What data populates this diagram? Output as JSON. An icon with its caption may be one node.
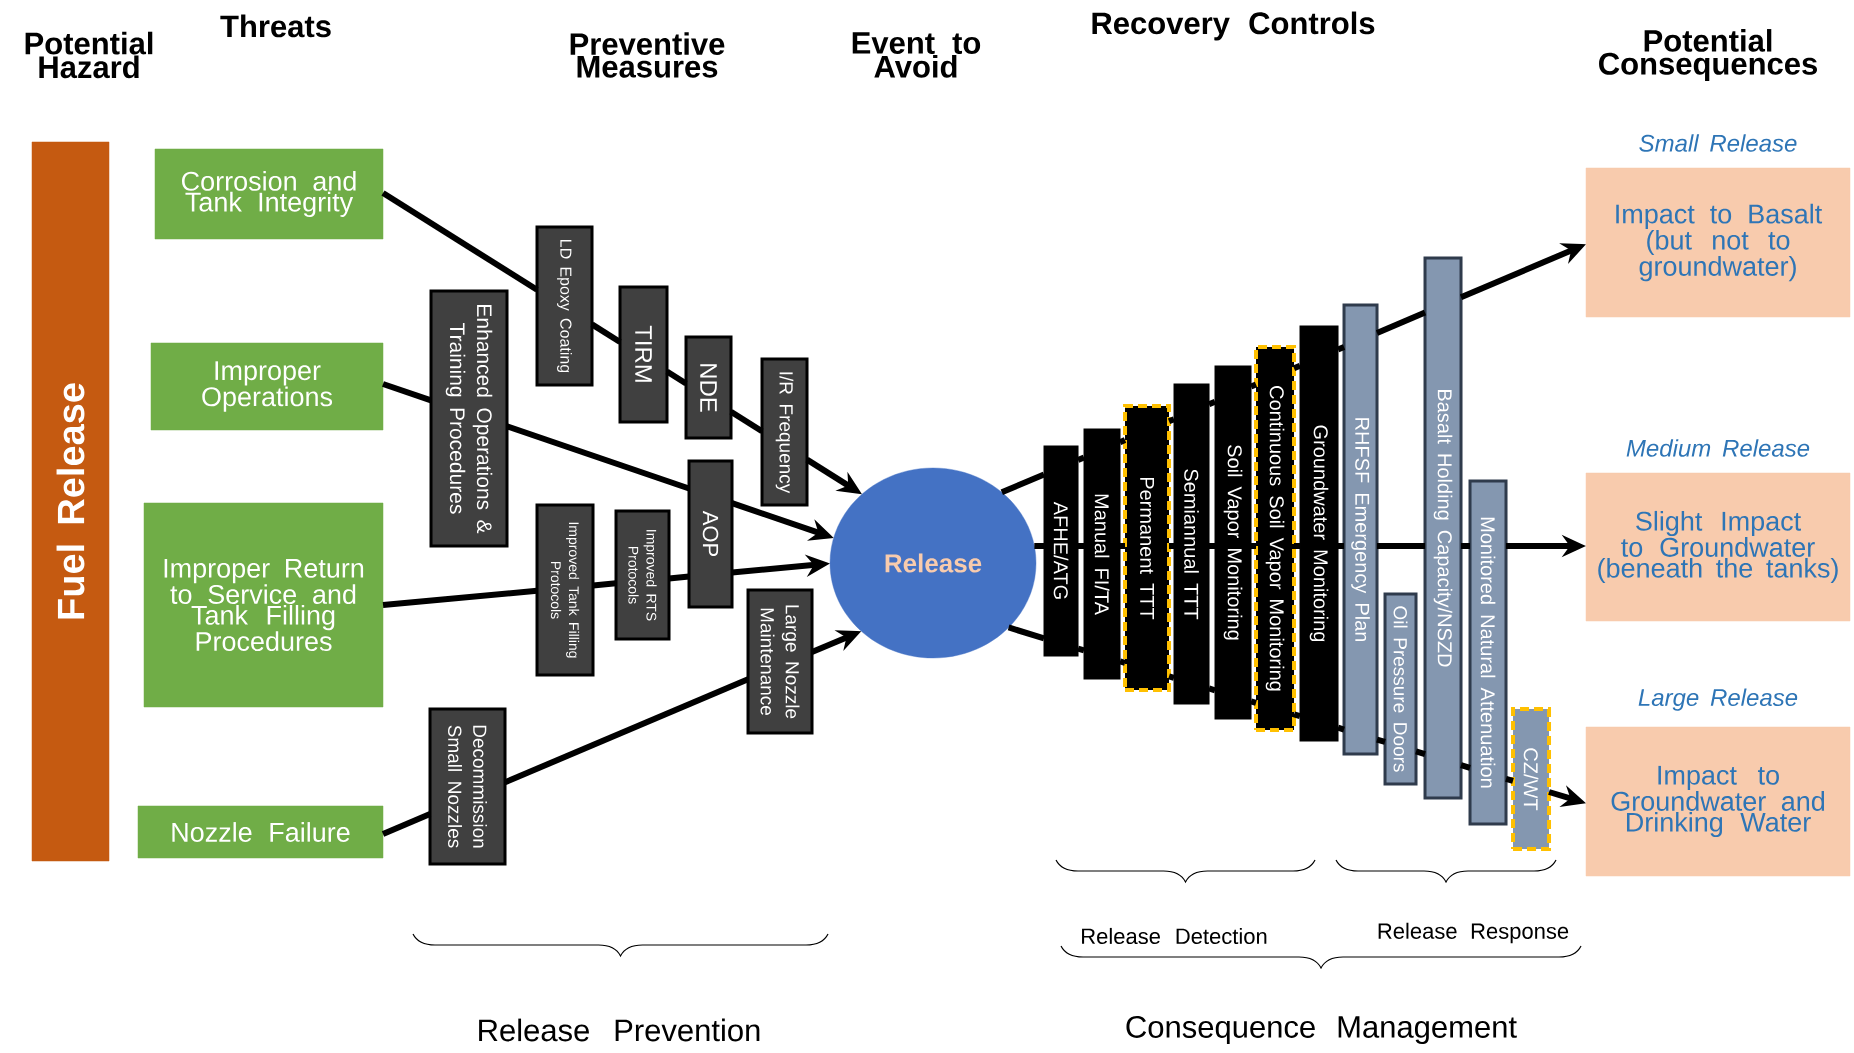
{
  "diagram": {
    "nodes": [
      {
        "text": [
          "Fuel Release"
        ]
      },
      {
        "text": [
          "Corrosion and Tank Integrity"
        ]
      },
      {
        "text": [
          "Improper Operations"
        ]
      },
      {
        "text": [
          "Improper Return to Service and Tank Filling Procedures"
        ]
      },
      {
        "text": [
          "Nozzle Failure"
        ]
      },
      {
        "text": [
          "Enhanced Operations & Training Procedures"
        ]
      },
      {
        "text": [
          "Decommission Small Nozzles"
        ]
      },
      {
        "text": [
          "LD Epoxy Coating"
        ]
      },
      {
        "text": [
          "Improved Tank Filling Protocols"
        ]
      },
      {
        "text": [
          "TIRM"
        ]
      },
      {
        "text": [
          "Improved RTS Protocols"
        ]
      },
      {
        "text": [
          "NDE"
        ]
      },
      {
        "text": [
          "AOP"
        ]
      },
      {
        "text": [
          "I/R Frequency"
        ]
      },
      {
        "text": [
          "Large Nozzle Maintenance"
        ]
      },
      {
        "text": [
          "Release"
        ]
      },
      {
        "text": [
          "AFHE/ATG"
        ]
      },
      {
        "text": [
          "Manual FI/TA"
        ]
      },
      {
        "text": [
          "Permanent TTT"
        ]
      },
      {
        "text": [
          "Semiannual TTT"
        ]
      },
      {
        "text": [
          "Soil Vapor Monitoring"
        ]
      },
      {
        "text": [
          "Continuous Soil Vapor Monitoring"
        ]
      },
      {
        "text": [
          "Groundwater Monitoring"
        ]
      },
      {
        "text": [
          "RHFSF Emergency Plan"
        ]
      },
      {
        "text": [
          "Oil Pressure Doors"
        ]
      },
      {
        "text": [
          "Basalt Holding Capacity/NSZD"
        ]
      },
      {
        "text": [
          "Monitored Natural Attenuation"
        ]
      },
      {
        "text": [
          "CZ/WT"
        ]
      },
      {
        "text": [
          "Impact to Basalt (but not to groundwater)"
        ],
        "beside": [
          "Small Release"
        ]
      },
      {
        "text": [
          "Slight Impact to Groundwater (beneath the tanks)"
        ],
        "beside": [
          "Medium Release"
        ]
      },
      {
        "text": [
          "Impact to Groundwater and Drinking Water"
        ],
        "beside": [
          "Large Release"
        ]
      }
    ],
    "edges": [
      {
        "from": 1,
        "to": 7,
        "arrow": "none"
      },
      {
        "from": 7,
        "to": 9,
        "arrow": "none"
      },
      {
        "from": 9,
        "to": 11,
        "arrow": "none"
      },
      {
        "from": 11,
        "to": 13,
        "arrow": "none"
      },
      {
        "from": 13,
        "to": 15,
        "arrow": "to"
      },
      {
        "from": 2,
        "to": 5,
        "arrow": "none"
      },
      {
        "from": 5,
        "to": 12,
        "arrow": "none"
      },
      {
        "from": 12,
        "to": 15,
        "arrow": "to"
      },
      {
        "from": 3,
        "to": 8,
        "arrow": "none"
      },
      {
        "from": 8,
        "to": 10,
        "arrow": "none"
      },
      {
        "from": 10,
        "to": 12,
        "arrow": "none"
      },
      {
        "from": 12,
        "to": 15,
        "arrow": "to"
      },
      {
        "from": 4,
        "to": 6,
        "arrow": "none"
      },
      {
        "from": 6,
        "to": 14,
        "arrow": "none"
      },
      {
        "from": 14,
        "to": 15,
        "arrow": "to"
      },
      {
        "from": 15,
        "to": 16,
        "arrow": "none"
      },
      {
        "from": 16,
        "to": 17,
        "arrow": "none"
      },
      {
        "from": 17,
        "to": 18,
        "arrow": "none"
      },
      {
        "from": 18,
        "to": 19,
        "arrow": "none"
      },
      {
        "from": 19,
        "to": 20,
        "arrow": "none"
      },
      {
        "from": 20,
        "to": 21,
        "arrow": "none"
      },
      {
        "from": 21,
        "to": 22,
        "arrow": "none"
      },
      {
        "from": 22,
        "to": 23,
        "arrow": "none"
      },
      {
        "from": 23,
        "to": 25,
        "arrow": "none"
      },
      {
        "from": 25,
        "to": 28,
        "arrow": "to"
      },
      {
        "from": 15,
        "to": 16,
        "arrow": "none"
      },
      {
        "from": 16,
        "to": 17,
        "arrow": "none"
      },
      {
        "from": 17,
        "to": 18,
        "arrow": "none"
      },
      {
        "from": 18,
        "to": 19,
        "arrow": "none"
      },
      {
        "from": 19,
        "to": 20,
        "arrow": "none"
      },
      {
        "from": 20,
        "to": 21,
        "arrow": "none"
      },
      {
        "from": 21,
        "to": 22,
        "arrow": "none"
      },
      {
        "from": 22,
        "to": 23,
        "arrow": "none"
      },
      {
        "from": 23,
        "to": 25,
        "arrow": "none"
      },
      {
        "from": 25,
        "to": 26,
        "arrow": "none"
      },
      {
        "from": 26,
        "to": 29,
        "arrow": "to"
      },
      {
        "from": 15,
        "to": 16,
        "arrow": "none"
      },
      {
        "from": 16,
        "to": 17,
        "arrow": "none"
      },
      {
        "from": 17,
        "to": 18,
        "arrow": "none"
      },
      {
        "from": 18,
        "to": 19,
        "arrow": "none"
      },
      {
        "from": 19,
        "to": 20,
        "arrow": "none"
      },
      {
        "from": 20,
        "to": 21,
        "arrow": "none"
      },
      {
        "from": 21,
        "to": 22,
        "arrow": "none"
      },
      {
        "from": 22,
        "to": 23,
        "arrow": "none"
      },
      {
        "from": 23,
        "to": 24,
        "arrow": "none"
      },
      {
        "from": 24,
        "to": 25,
        "arrow": "none"
      },
      {
        "from": 25,
        "to": 26,
        "arrow": "none"
      },
      {
        "from": 26,
        "to": 27,
        "arrow": "none"
      },
      {
        "from": 27,
        "to": 30,
        "arrow": "to"
      }
    ],
    "labels": [
      "Potential Hazard",
      "Threats",
      "Preventive Measures",
      "Event to Avoid",
      "Recovery Controls",
      "Potential Consequences",
      "Release Detection",
      "Release Response",
      "Release Prevention",
      "Consequence Management"
    ]
  }
}
